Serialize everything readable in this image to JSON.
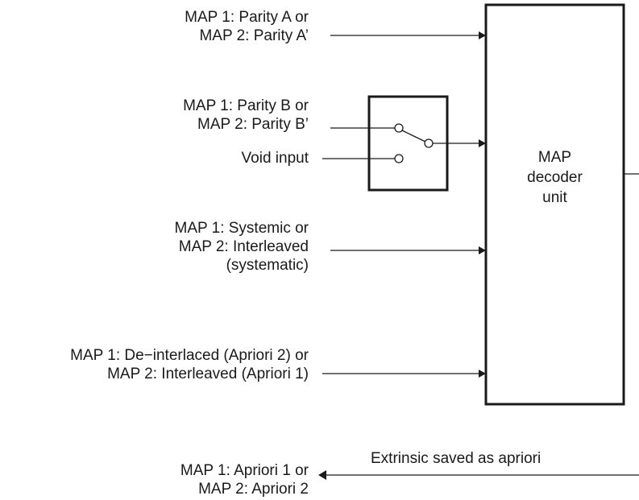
{
  "diagram": {
    "inputs": {
      "parity_a": [
        "MAP 1: Parity A or",
        "MAP 2: Parity A’"
      ],
      "parity_b": [
        "MAP 1: Parity B or",
        "MAP 2: Parity B’"
      ],
      "void_input": "Void input",
      "systematic": [
        "MAP 1: Systemic or",
        "MAP 2: Interleaved",
        "(systematic)"
      ],
      "apriori_in": [
        "MAP 1: De−interlaced (Apriori 2) or",
        "MAP 2: Interleaved (Apriori 1)"
      ]
    },
    "decoder": [
      "MAP",
      "decoder",
      "unit"
    ],
    "output": {
      "extrinsic_label": "Extrinsic saved as apriori",
      "apriori_out": [
        "MAP 1: Apriori 1 or",
        "MAP 2: Apriori 2"
      ]
    }
  }
}
